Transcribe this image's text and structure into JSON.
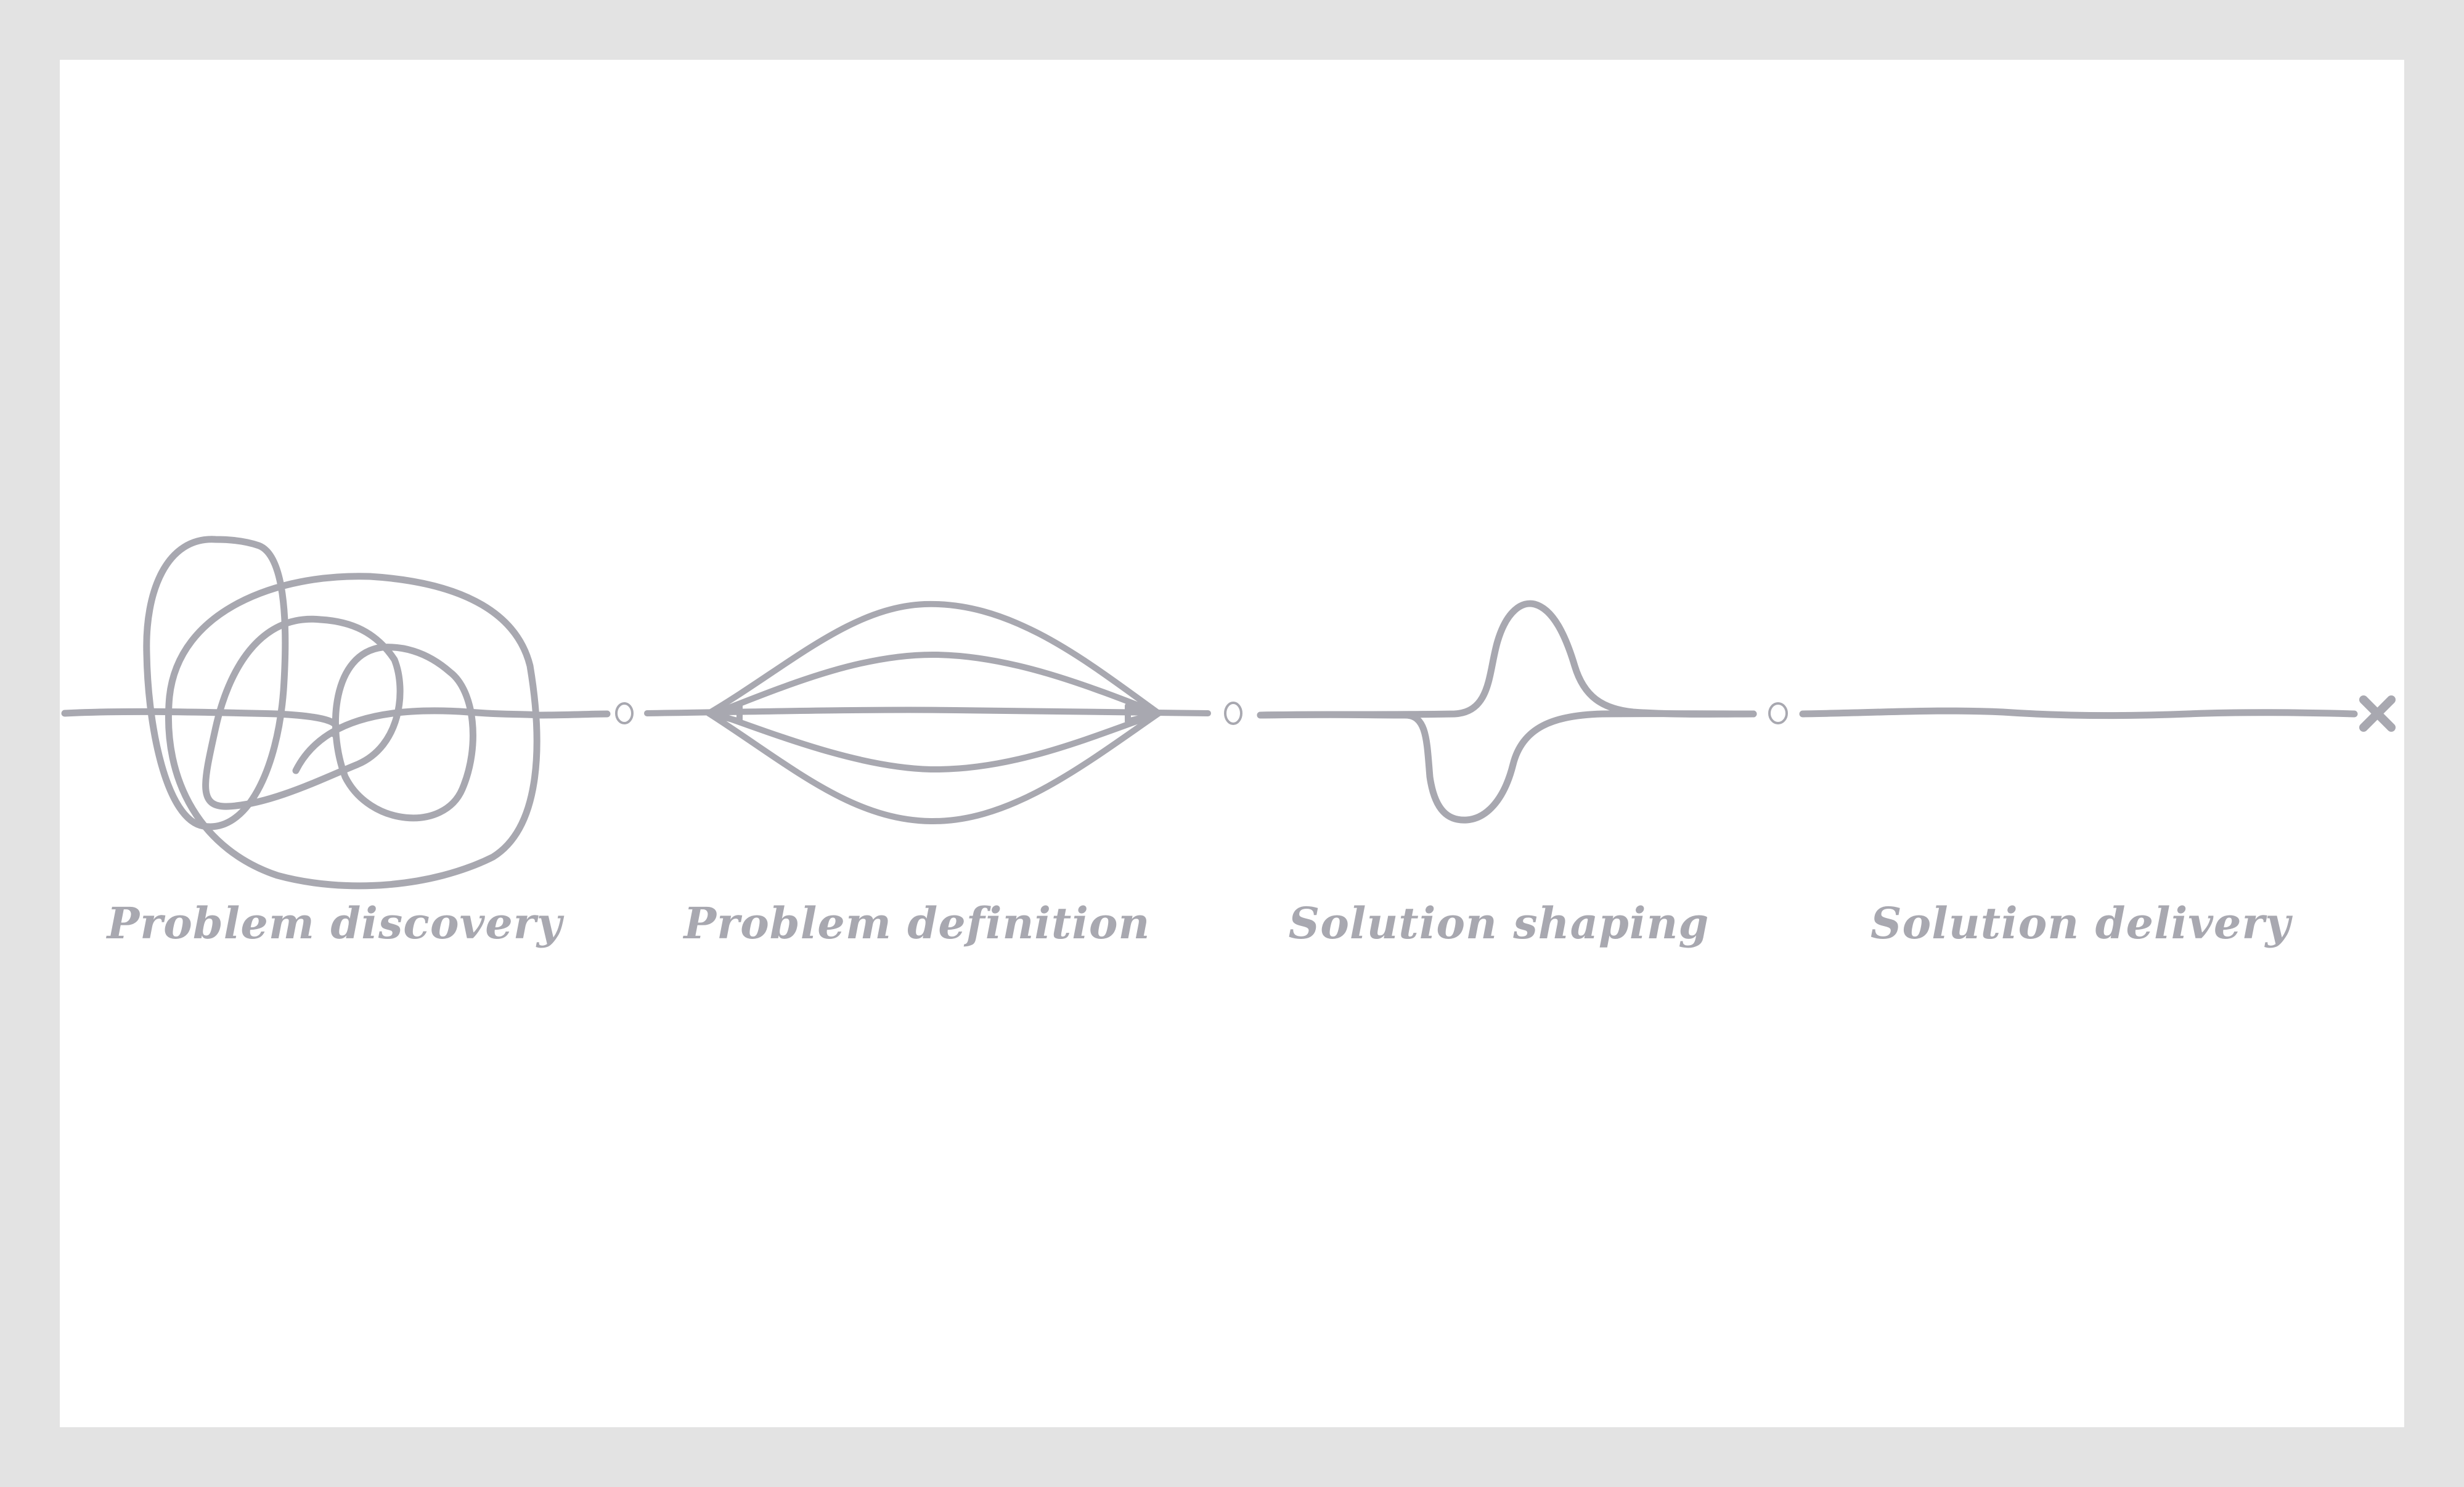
{
  "diagram": {
    "stages": [
      {
        "id": "problem-discovery",
        "label": "Problem discovery"
      },
      {
        "id": "problem-definition",
        "label": "Problem definition"
      },
      {
        "id": "solution-shaping",
        "label": "Solution shaping"
      },
      {
        "id": "solution-delivery",
        "label": "Solution delivery"
      }
    ],
    "colors": {
      "background": "#e3e3e3",
      "canvas": "#ffffff",
      "ink": "#a8a8b0"
    },
    "markers": {
      "junction": "dot",
      "end": "cross"
    }
  }
}
